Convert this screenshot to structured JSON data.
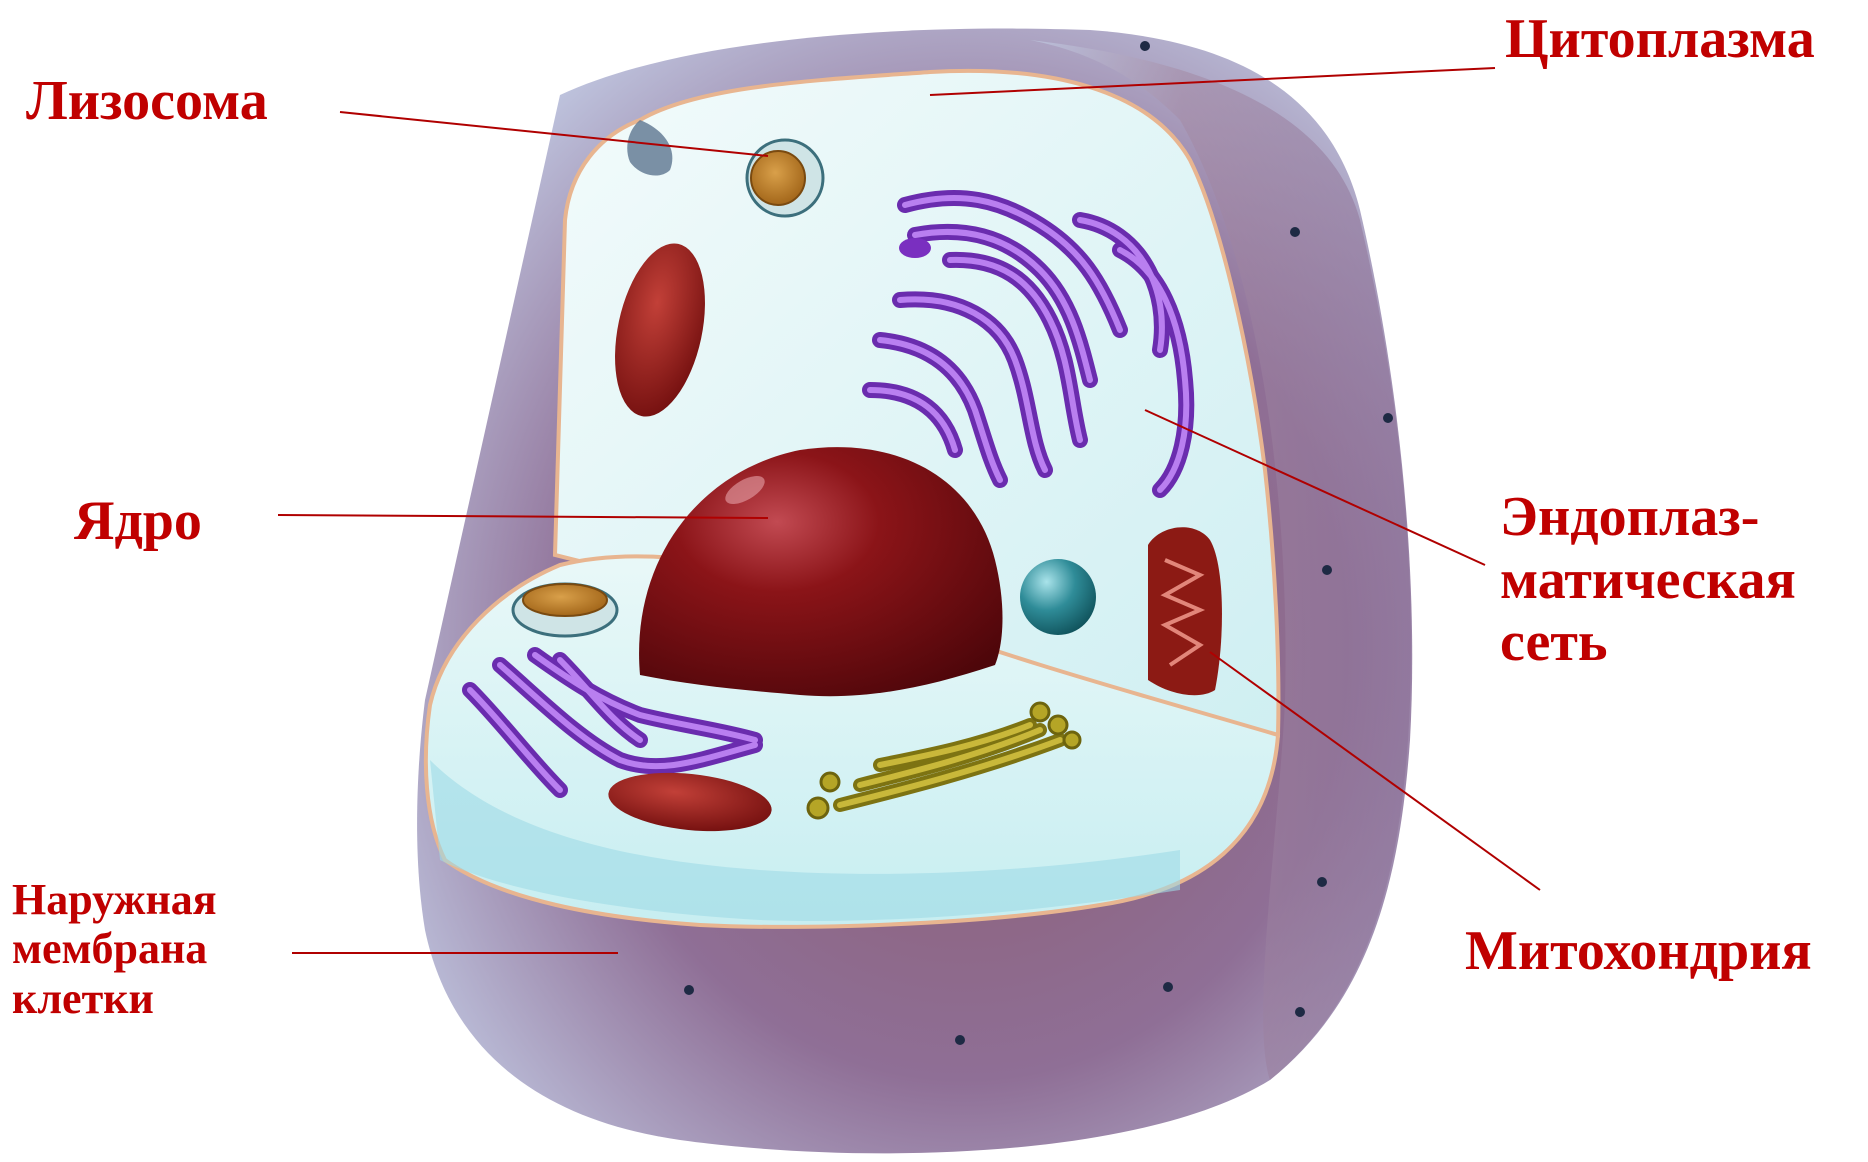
{
  "labels": {
    "cytoplasm": "Цитоплазма",
    "lysosome": "Лизосома",
    "nucleus": "Ядро",
    "er": [
      "Эндоплаз-",
      "матическая",
      "сеть"
    ],
    "mitochondrion": "Митохондрия",
    "membrane": [
      "Наружная",
      "мембрана",
      "клетки"
    ]
  },
  "colors": {
    "label_text": "#c00000",
    "leader_line": "#b00000",
    "cytoplasm": "#d9f3f4",
    "outer_shell": "#9a6f86",
    "nucleus": "#7a0f12",
    "endoplasmic_reticulum": "#7a2fc0",
    "golgi": "#b5a526",
    "mitochondrion": "#8c1a14",
    "lysosome": "#b8761c"
  }
}
